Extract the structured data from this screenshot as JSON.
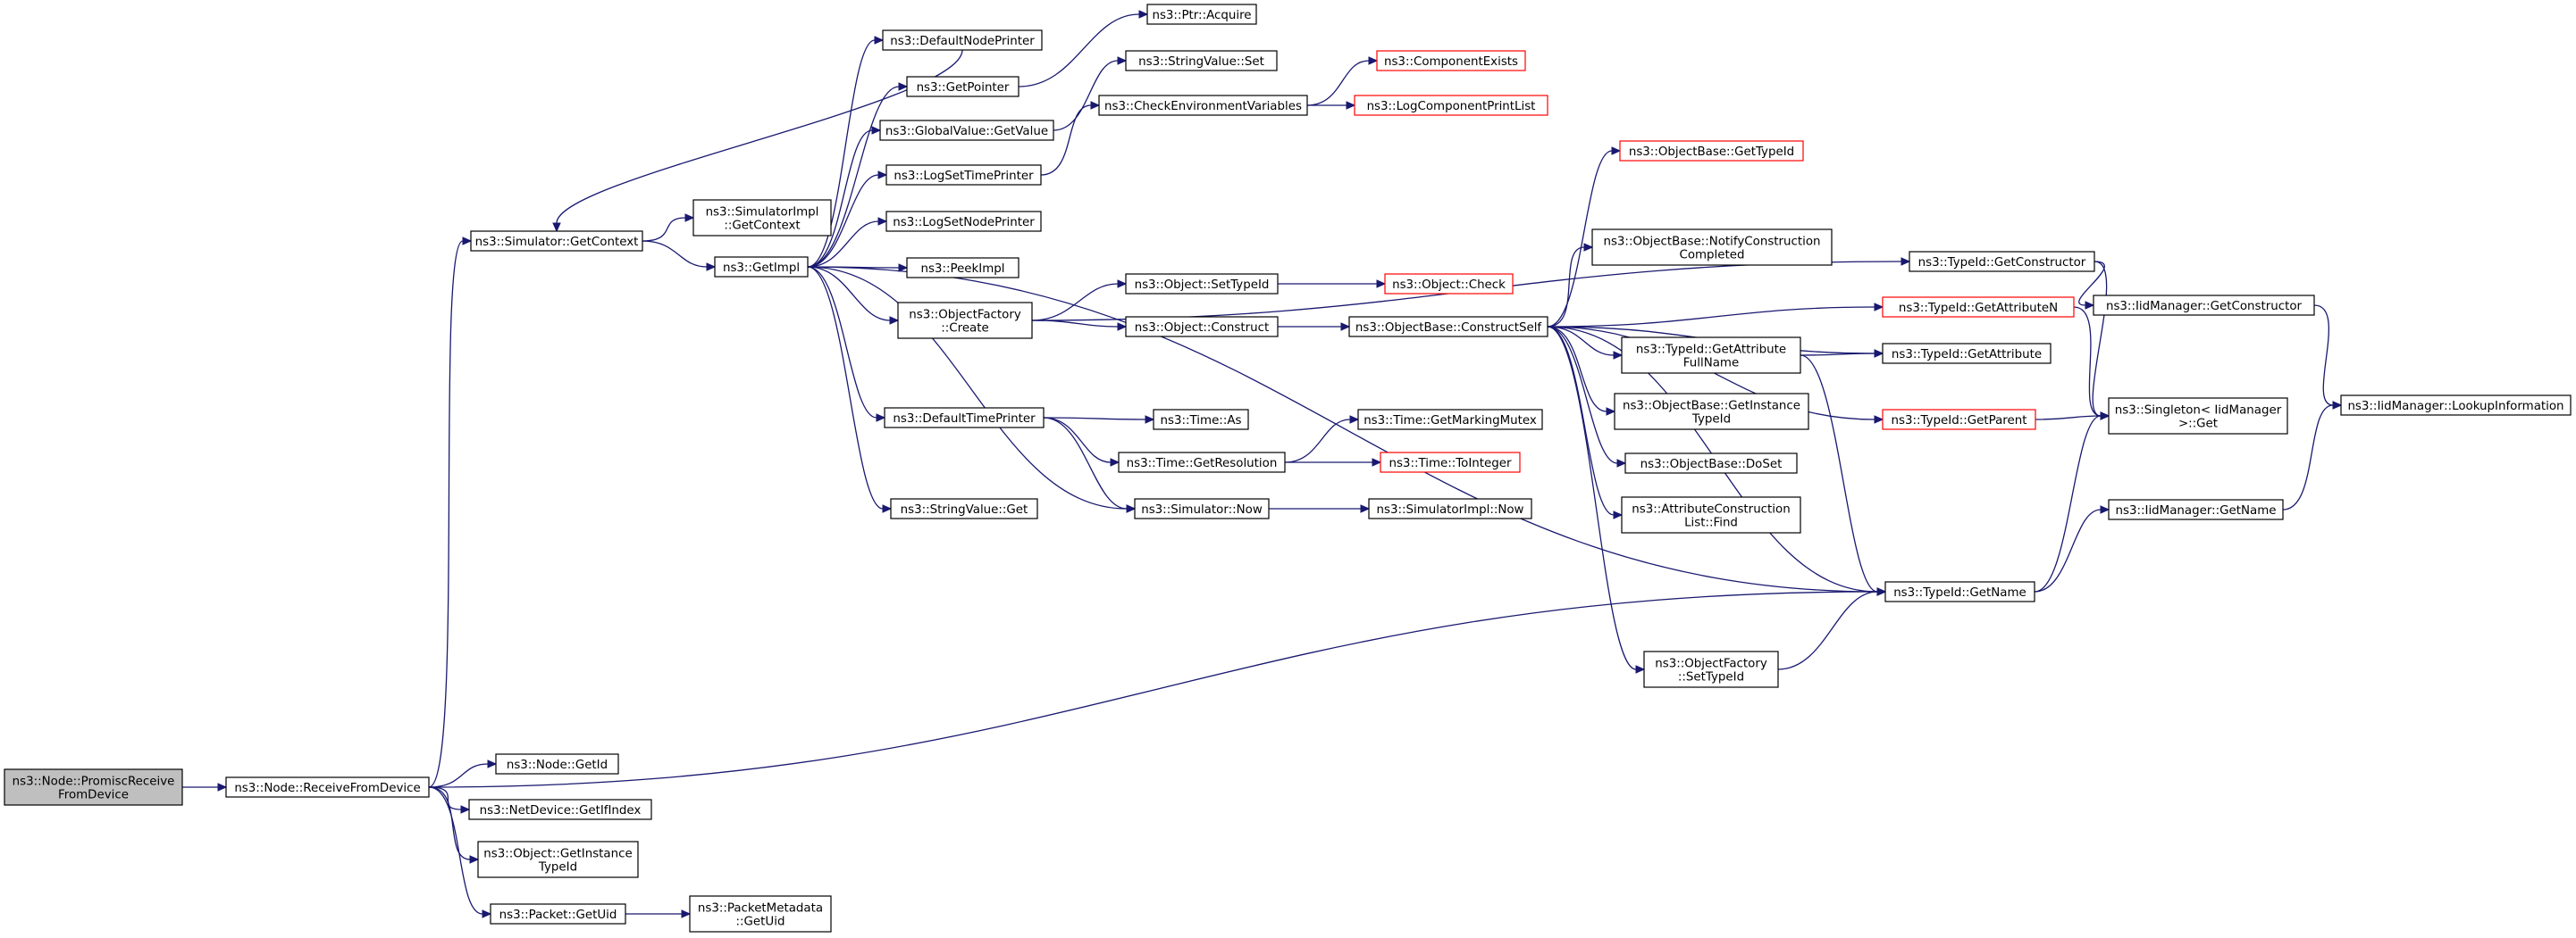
{
  "graph": {
    "colors": {
      "edge": "#191970",
      "node_border": "#000000",
      "node_border_incomplete": "#ff0000",
      "root_fill": "#bfbfbf"
    },
    "nodes": [
      {
        "id": "promisc",
        "lines": [
          "ns3::Node::PromiscReceive",
          "FromDevice"
        ],
        "style": "root"
      },
      {
        "id": "recv",
        "lines": [
          "ns3::Node::ReceiveFromDevice"
        ],
        "style": "normal"
      },
      {
        "id": "simctx",
        "lines": [
          "ns3::Simulator::GetContext"
        ],
        "style": "normal"
      },
      {
        "id": "getimpl",
        "lines": [
          "ns3::GetImpl"
        ],
        "style": "normal"
      },
      {
        "id": "simimplctx",
        "lines": [
          "ns3::SimulatorImpl",
          "::GetContext"
        ],
        "style": "normal"
      },
      {
        "id": "defnode",
        "lines": [
          "ns3::DefaultNodePrinter"
        ],
        "style": "normal"
      },
      {
        "id": "getptr",
        "lines": [
          "ns3::GetPointer"
        ],
        "style": "normal"
      },
      {
        "id": "gvget",
        "lines": [
          "ns3::GlobalValue::GetValue"
        ],
        "style": "normal"
      },
      {
        "id": "logtime",
        "lines": [
          "ns3::LogSetTimePrinter"
        ],
        "style": "normal"
      },
      {
        "id": "lognode",
        "lines": [
          "ns3::LogSetNodePrinter"
        ],
        "style": "normal"
      },
      {
        "id": "peek",
        "lines": [
          "ns3::PeekImpl"
        ],
        "style": "normal"
      },
      {
        "id": "ofcreate",
        "lines": [
          "ns3::ObjectFactory",
          "::Create"
        ],
        "style": "normal"
      },
      {
        "id": "deftime",
        "lines": [
          "ns3::DefaultTimePrinter"
        ],
        "style": "normal"
      },
      {
        "id": "svget",
        "lines": [
          "ns3::StringValue::Get"
        ],
        "style": "normal"
      },
      {
        "id": "ptracq",
        "lines": [
          "ns3::Ptr::Acquire"
        ],
        "style": "normal"
      },
      {
        "id": "svset",
        "lines": [
          "ns3::StringValue::Set"
        ],
        "style": "normal"
      },
      {
        "id": "checkenv",
        "lines": [
          "ns3::CheckEnvironmentVariables"
        ],
        "style": "normal"
      },
      {
        "id": "compexists",
        "lines": [
          "ns3::ComponentExists"
        ],
        "style": "red"
      },
      {
        "id": "logcomp",
        "lines": [
          "ns3::LogComponentPrintList"
        ],
        "style": "red"
      },
      {
        "id": "objsettype",
        "lines": [
          "ns3::Object::SetTypeId"
        ],
        "style": "normal"
      },
      {
        "id": "objconstruct",
        "lines": [
          "ns3::Object::Construct"
        ],
        "style": "normal"
      },
      {
        "id": "objcheck",
        "lines": [
          "ns3::Object::Check"
        ],
        "style": "red"
      },
      {
        "id": "obconstructself",
        "lines": [
          "ns3::ObjectBase::ConstructSelf"
        ],
        "style": "normal"
      },
      {
        "id": "timeas",
        "lines": [
          "ns3::Time::As"
        ],
        "style": "normal"
      },
      {
        "id": "timeres",
        "lines": [
          "ns3::Time::GetResolution"
        ],
        "style": "normal"
      },
      {
        "id": "simnow",
        "lines": [
          "ns3::Simulator::Now"
        ],
        "style": "normal"
      },
      {
        "id": "mutex",
        "lines": [
          "ns3::Time::GetMarkingMutex"
        ],
        "style": "normal"
      },
      {
        "id": "toint",
        "lines": [
          "ns3::Time::ToInteger"
        ],
        "style": "red"
      },
      {
        "id": "simimplnow",
        "lines": [
          "ns3::SimulatorImpl::Now"
        ],
        "style": "normal"
      },
      {
        "id": "obgettype",
        "lines": [
          "ns3::ObjectBase::GetTypeId"
        ],
        "style": "red"
      },
      {
        "id": "obnotify",
        "lines": [
          "ns3::ObjectBase::NotifyConstruction",
          "Completed"
        ],
        "style": "normal"
      },
      {
        "id": "attrfull",
        "lines": [
          "ns3::TypeId::GetAttribute",
          "FullName"
        ],
        "style": "normal"
      },
      {
        "id": "obgetinst",
        "lines": [
          "ns3::ObjectBase::GetInstance",
          "TypeId"
        ],
        "style": "normal"
      },
      {
        "id": "obdoset",
        "lines": [
          "ns3::ObjectBase::DoSet"
        ],
        "style": "normal"
      },
      {
        "id": "acfind",
        "lines": [
          "ns3::AttributeConstruction",
          "List::Find"
        ],
        "style": "normal"
      },
      {
        "id": "ofsettype",
        "lines": [
          "ns3::ObjectFactory",
          "::SetTypeId"
        ],
        "style": "normal"
      },
      {
        "id": "tidctor",
        "lines": [
          "ns3::TypeId::GetConstructor"
        ],
        "style": "normal"
      },
      {
        "id": "tidattrn",
        "lines": [
          "ns3::TypeId::GetAttributeN"
        ],
        "style": "red"
      },
      {
        "id": "tidattr",
        "lines": [
          "ns3::TypeId::GetAttribute"
        ],
        "style": "normal"
      },
      {
        "id": "tidparent",
        "lines": [
          "ns3::TypeId::GetParent"
        ],
        "style": "red"
      },
      {
        "id": "tidname",
        "lines": [
          "ns3::TypeId::GetName"
        ],
        "style": "normal"
      },
      {
        "id": "iidctor",
        "lines": [
          "ns3::IidManager::GetConstructor"
        ],
        "style": "normal"
      },
      {
        "id": "singleton",
        "lines": [
          "ns3::Singleton< IidManager",
          ">::Get"
        ],
        "style": "normal"
      },
      {
        "id": "iidname",
        "lines": [
          "ns3::IidManager::GetName"
        ],
        "style": "normal"
      },
      {
        "id": "lookup",
        "lines": [
          "ns3::IidManager::LookupInformation"
        ],
        "style": "normal"
      },
      {
        "id": "nodegetid",
        "lines": [
          "ns3::Node::GetId"
        ],
        "style": "normal"
      },
      {
        "id": "ndgetif",
        "lines": [
          "ns3::NetDevice::GetIfIndex"
        ],
        "style": "normal"
      },
      {
        "id": "objgetinst",
        "lines": [
          "ns3::Object::GetInstance",
          "TypeId"
        ],
        "style": "normal"
      },
      {
        "id": "pktuid",
        "lines": [
          "ns3::Packet::GetUid"
        ],
        "style": "normal"
      },
      {
        "id": "pmuid",
        "lines": [
          "ns3::PacketMetadata",
          "::GetUid"
        ],
        "style": "normal"
      }
    ],
    "edges": [
      [
        "promisc",
        "recv"
      ],
      [
        "recv",
        "simctx"
      ],
      [
        "recv",
        "nodegetid"
      ],
      [
        "recv",
        "ndgetif"
      ],
      [
        "recv",
        "objgetinst"
      ],
      [
        "recv",
        "pktuid"
      ],
      [
        "recv",
        "tidname"
      ],
      [
        "simctx",
        "simimplctx"
      ],
      [
        "simctx",
        "getimpl"
      ],
      [
        "getimpl",
        "defnode"
      ],
      [
        "getimpl",
        "getptr"
      ],
      [
        "getimpl",
        "gvget"
      ],
      [
        "getimpl",
        "logtime"
      ],
      [
        "getimpl",
        "lognode"
      ],
      [
        "getimpl",
        "peek"
      ],
      [
        "getimpl",
        "ofcreate"
      ],
      [
        "getimpl",
        "deftime"
      ],
      [
        "getimpl",
        "svget"
      ],
      [
        "getimpl",
        "simnow"
      ],
      [
        "getimpl",
        "tidname"
      ],
      [
        "defnode",
        "simctx"
      ],
      [
        "getptr",
        "ptracq"
      ],
      [
        "gvget",
        "svset"
      ],
      [
        "logtime",
        "checkenv"
      ],
      [
        "checkenv",
        "compexists"
      ],
      [
        "checkenv",
        "logcomp"
      ],
      [
        "ofcreate",
        "objsettype"
      ],
      [
        "ofcreate",
        "objconstruct"
      ],
      [
        "ofcreate",
        "tidctor"
      ],
      [
        "objsettype",
        "objcheck"
      ],
      [
        "objconstruct",
        "obconstructself"
      ],
      [
        "obconstructself",
        "obgettype"
      ],
      [
        "obconstructself",
        "obnotify"
      ],
      [
        "obconstructself",
        "tidattrn"
      ],
      [
        "obconstructself",
        "tidattr"
      ],
      [
        "obconstructself",
        "attrfull"
      ],
      [
        "obconstructself",
        "obgetinst"
      ],
      [
        "obconstructself",
        "obdoset"
      ],
      [
        "obconstructself",
        "acfind"
      ],
      [
        "obconstructself",
        "tidparent"
      ],
      [
        "obconstructself",
        "tidname"
      ],
      [
        "obconstructself",
        "ofsettype"
      ],
      [
        "deftime",
        "timeas"
      ],
      [
        "deftime",
        "timeres"
      ],
      [
        "deftime",
        "simnow"
      ],
      [
        "timeres",
        "mutex"
      ],
      [
        "timeres",
        "toint"
      ],
      [
        "simnow",
        "simimplnow"
      ],
      [
        "attrfull",
        "tidattr"
      ],
      [
        "attrfull",
        "tidname"
      ],
      [
        "ofsettype",
        "tidname"
      ],
      [
        "tidctor",
        "iidctor"
      ],
      [
        "tidctor",
        "singleton"
      ],
      [
        "tidattrn",
        "singleton"
      ],
      [
        "tidparent",
        "singleton"
      ],
      [
        "tidname",
        "singleton"
      ],
      [
        "tidname",
        "iidname"
      ],
      [
        "iidctor",
        "lookup"
      ],
      [
        "iidname",
        "lookup"
      ],
      [
        "pktuid",
        "pmuid"
      ]
    ]
  }
}
